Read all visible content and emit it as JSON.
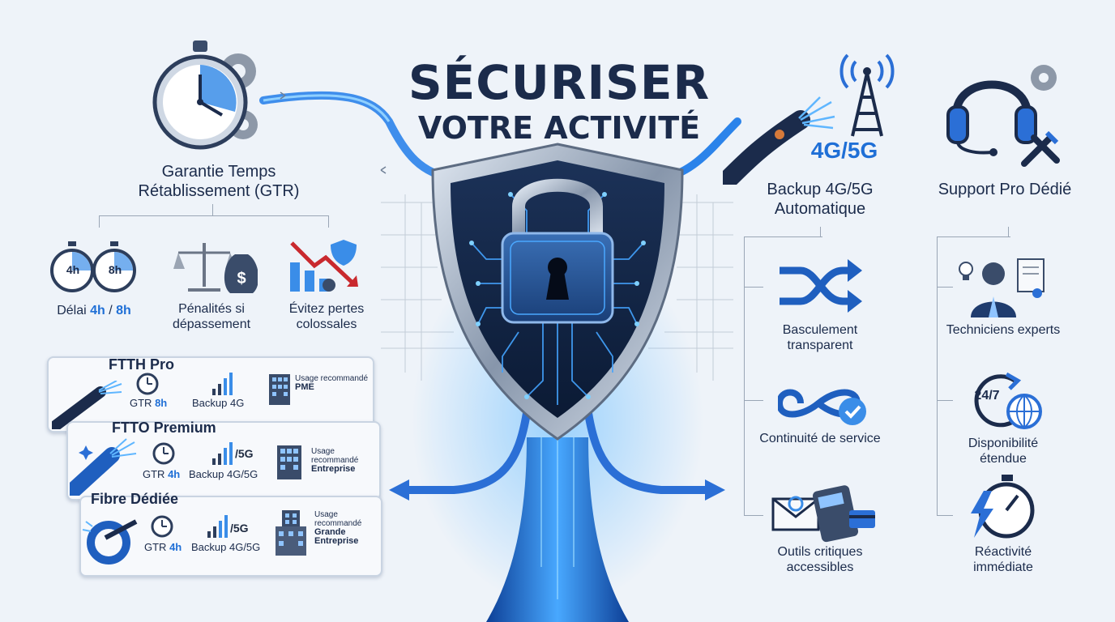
{
  "title": {
    "line1": "SÉCURISER",
    "line2": "VOTRE ACTIVITÉ"
  },
  "gtr": {
    "heading": "Garantie Temps Rétablissement (GTR)",
    "items": [
      {
        "label_pre": "Délai ",
        "label_a": "4h",
        "label_sep": " / ",
        "label_b": "8h",
        "badge_a": "4h",
        "badge_b": "8h"
      },
      {
        "label": "Pénalités si dépassement"
      },
      {
        "label": "Évitez pertes colossales"
      }
    ]
  },
  "offers": [
    {
      "title": "FTTH Pro",
      "gtr_pre": "GTR ",
      "gtr_value": "8h",
      "backup": "Backup 4G",
      "usage_label": "Usage recommandé",
      "usage_value": "PME"
    },
    {
      "title": "FTTO Premium",
      "gtr_pre": "GTR ",
      "gtr_value": "4h",
      "backup": "Backup 4G/5G",
      "signal_label": "/5G",
      "usage_label": "Usage recommandé",
      "usage_value": "Entreprise"
    },
    {
      "title": "Fibre Dédiée",
      "gtr_pre": "GTR ",
      "gtr_value": "4h",
      "backup": "Backup 4G/5G",
      "signal_label": "/5G",
      "usage_label": "Usage recommandé",
      "usage_value": "Grande Entreprise"
    }
  ],
  "backup": {
    "badge": "4G/5G",
    "heading": "Backup 4G/5G Automatique",
    "items": [
      {
        "label": "Basculement transparent"
      },
      {
        "label": "Continuité de service"
      },
      {
        "label": "Outils critiques accessibles"
      }
    ]
  },
  "support": {
    "heading": "Support Pro Dédié",
    "items": [
      {
        "label": "Techniciens experts"
      },
      {
        "label": "Disponibilité étendue",
        "badge": "24/7"
      },
      {
        "label": "Réactivité immédiate"
      }
    ]
  },
  "colors": {
    "accent": "#1f6fd6",
    "navy": "#1b2b4b",
    "glow": "#3aa0ff"
  }
}
